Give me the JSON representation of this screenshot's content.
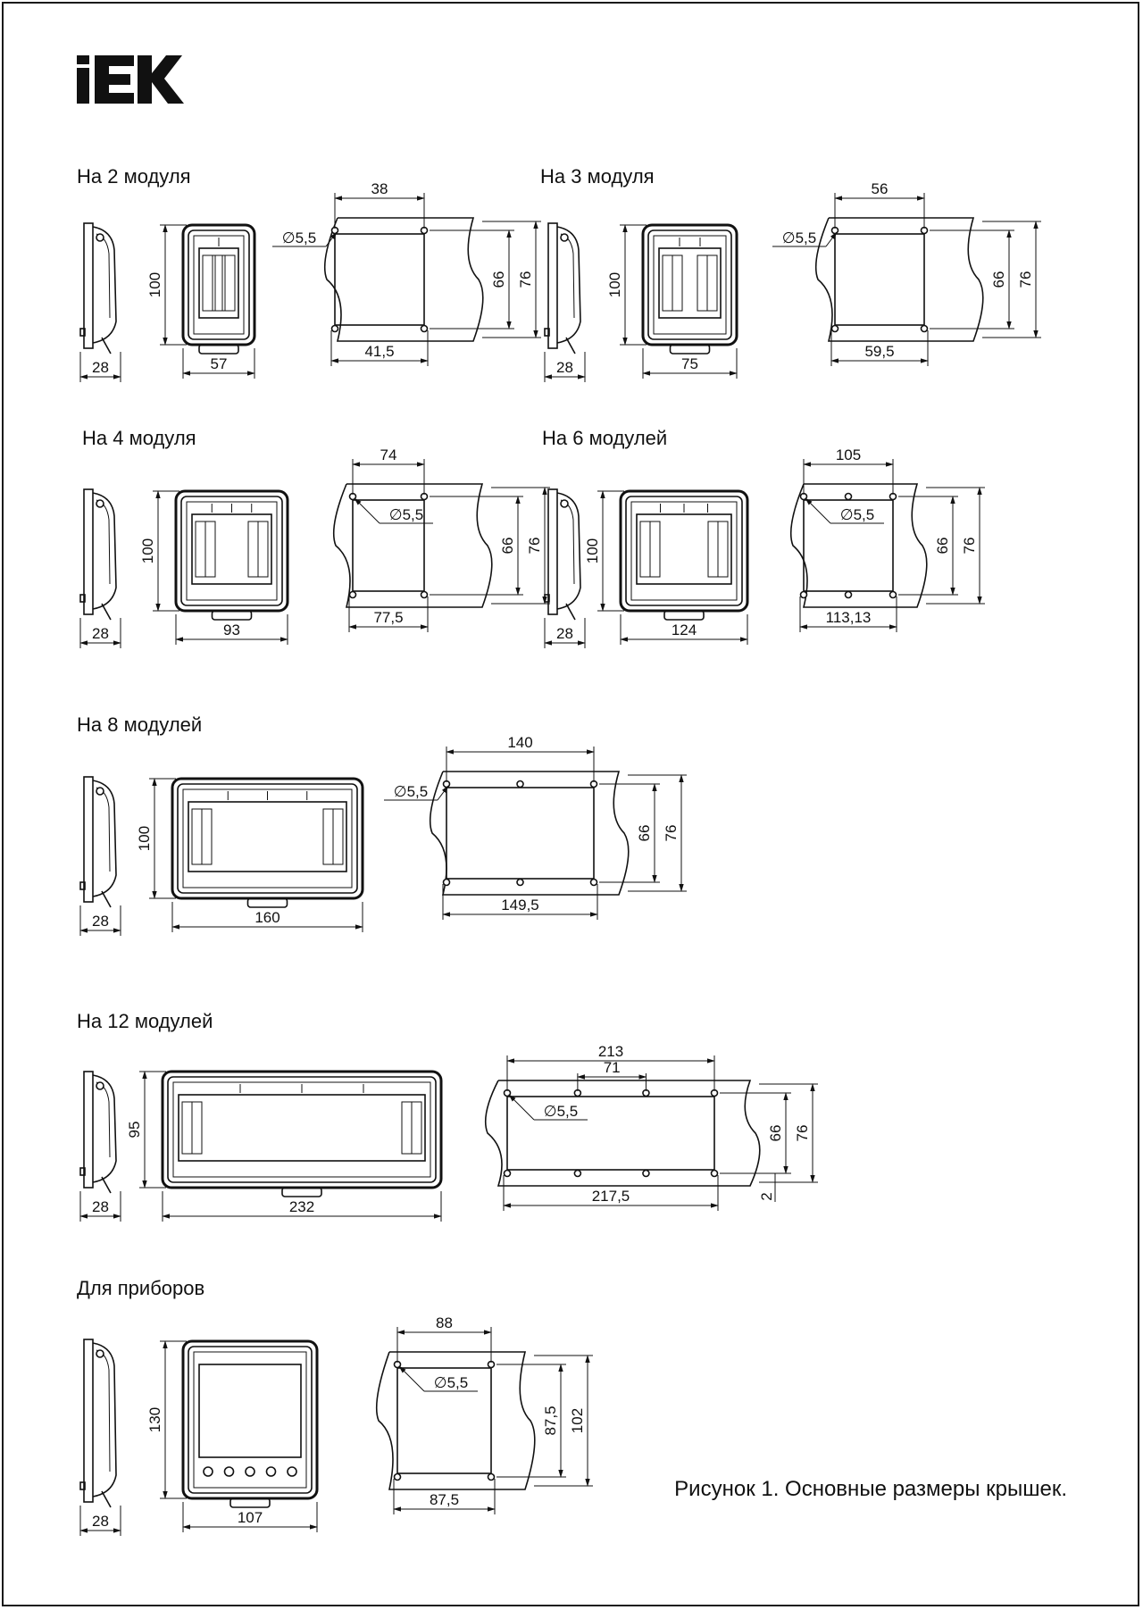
{
  "brand": "IEK",
  "caption": "Рисунок 1. Основные размеры крышек.",
  "diameter_label": "∅5,5",
  "panels": [
    {
      "key": "m2",
      "title": "На 2 модуля",
      "side_width": "28",
      "height": "100",
      "front_width": "57",
      "top_hole": "38",
      "bottom_hole": "41,5",
      "h_inner": "66",
      "h_outer": "76",
      "mods": 2
    },
    {
      "key": "m3",
      "title": "На 3 модуля",
      "side_width": "28",
      "height": "100",
      "front_width": "75",
      "top_hole": "56",
      "bottom_hole": "59,5",
      "h_inner": "66",
      "h_outer": "76",
      "mods": 3
    },
    {
      "key": "m4",
      "title": "На 4 модуля",
      "side_width": "28",
      "height": "100",
      "front_width": "93",
      "top_hole": "74",
      "bottom_hole": "77,5",
      "h_inner": "66",
      "h_outer": "76",
      "mods": 4
    },
    {
      "key": "m6",
      "title": "На 6 модулей",
      "side_width": "28",
      "height": "100",
      "front_width": "124",
      "top_hole": "105",
      "bottom_hole": "113,13",
      "h_inner": "66",
      "h_outer": "76",
      "mods": 6
    },
    {
      "key": "m8",
      "title": "На 8 модулей",
      "side_width": "28",
      "height": "100",
      "front_width": "160",
      "top_hole": "140",
      "bottom_hole": "149,5",
      "h_inner": "66",
      "h_outer": "76",
      "mods": 8
    },
    {
      "key": "m12",
      "title": "На 12 модулей",
      "side_width": "28",
      "height": "95",
      "front_width": "232",
      "top_hole": "213",
      "top_hole_sub": "71",
      "bottom_hole": "217,5",
      "h_inner": "66",
      "h_outer": "76",
      "offset": "2",
      "mods": 12
    },
    {
      "key": "dev",
      "title": "Для приборов",
      "side_width": "28",
      "height": "130",
      "front_width": "107",
      "top_hole": "88",
      "bottom_hole": "87,5",
      "h_inner": "87,5",
      "h_outer": "102",
      "mods": 0
    }
  ]
}
